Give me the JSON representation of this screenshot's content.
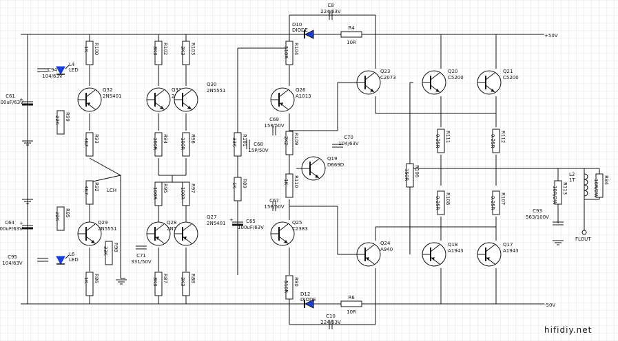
{
  "schematic": {
    "rails": {
      "positive": "+50V",
      "negative": "-50V"
    },
    "watermark": "hifidiy.net",
    "net_labels": {
      "lch": "LCH",
      "output": "FLOUT"
    },
    "transistors": [
      {
        "ref": "Q32",
        "part": "2N5401"
      },
      {
        "ref": "Q31",
        "part": "2N5551"
      },
      {
        "ref": "Q30",
        "part": "2N5551"
      },
      {
        "ref": "Q29",
        "part": "2N5551"
      },
      {
        "ref": "Q28",
        "part": "2N5401"
      },
      {
        "ref": "Q27",
        "part": "2N5401"
      },
      {
        "ref": "Q26",
        "part": "A1013"
      },
      {
        "ref": "Q25",
        "part": "C2383"
      },
      {
        "ref": "Q19",
        "part": "D669D"
      },
      {
        "ref": "Q23",
        "part": "C2073"
      },
      {
        "ref": "Q24",
        "part": "A940"
      },
      {
        "ref": "Q20",
        "part": "C5200"
      },
      {
        "ref": "Q21",
        "part": "C5200"
      },
      {
        "ref": "Q18",
        "part": "A1943"
      },
      {
        "ref": "Q17",
        "part": "A1943"
      }
    ],
    "resistors": [
      {
        "ref": "R100",
        "value": "1K"
      },
      {
        "ref": "R99",
        "value": "22K"
      },
      {
        "ref": "R93",
        "value": "4K7"
      },
      {
        "ref": "R92",
        "value": "4K7"
      },
      {
        "ref": "R85",
        "value": "22K"
      },
      {
        "ref": "R86",
        "value": "1K"
      },
      {
        "ref": "R98",
        "value": "33K"
      },
      {
        "ref": "R102",
        "value": "3K3"
      },
      {
        "ref": "R103",
        "value": "3K3"
      },
      {
        "ref": "R94",
        "value": "100R"
      },
      {
        "ref": "R96",
        "value": "100R"
      },
      {
        "ref": "R95",
        "value": "100R"
      },
      {
        "ref": "R97",
        "value": "100R"
      },
      {
        "ref": "R87",
        "value": "3K3"
      },
      {
        "ref": "R88",
        "value": "3K3"
      },
      {
        "ref": "R104",
        "value": "510R"
      },
      {
        "ref": "R101",
        "value": "33K"
      },
      {
        "ref": "R109",
        "value": "2K2"
      },
      {
        "ref": "R110",
        "value": "1K"
      },
      {
        "ref": "R89",
        "value": "1K"
      },
      {
        "ref": "R90",
        "value": "510R"
      },
      {
        "ref": "R4",
        "value": "10R"
      },
      {
        "ref": "R6",
        "value": "10R"
      },
      {
        "ref": "R106",
        "value": "150R"
      },
      {
        "ref": "R111",
        "value": "0.25R"
      },
      {
        "ref": "R112",
        "value": "0.25R"
      },
      {
        "ref": "R108",
        "value": "0.25R"
      },
      {
        "ref": "R107",
        "value": "0.25R"
      },
      {
        "ref": "R113",
        "value": "10R/2W"
      },
      {
        "ref": "R84",
        "value": "10R/2W"
      }
    ],
    "capacitors": [
      {
        "ref": "C8",
        "value": "224/63V"
      },
      {
        "ref": "C10",
        "value": "224/63V"
      },
      {
        "ref": "C94",
        "value": "104/63V"
      },
      {
        "ref": "C61",
        "value": "100uF/63V"
      },
      {
        "ref": "C64",
        "value": "100uF/63V"
      },
      {
        "ref": "C95",
        "value": "104/63V"
      },
      {
        "ref": "C71",
        "value": "331/50V"
      },
      {
        "ref": "C69",
        "value": "15P/50V"
      },
      {
        "ref": "C68",
        "value": "15P/50V"
      },
      {
        "ref": "C67",
        "value": "15P/50V"
      },
      {
        "ref": "C65",
        "value": "100uF/63V"
      },
      {
        "ref": "C70",
        "value": "104/63V"
      },
      {
        "ref": "C93",
        "value": "563/100V"
      }
    ],
    "diodes": [
      {
        "ref": "D10",
        "part": "DIODE"
      },
      {
        "ref": "D12",
        "part": "DIODE"
      },
      {
        "ref": "L4",
        "part": "LED"
      },
      {
        "ref": "L6",
        "part": "LED"
      }
    ],
    "inductors": [
      {
        "ref": "L2",
        "value": "1T"
      }
    ]
  }
}
